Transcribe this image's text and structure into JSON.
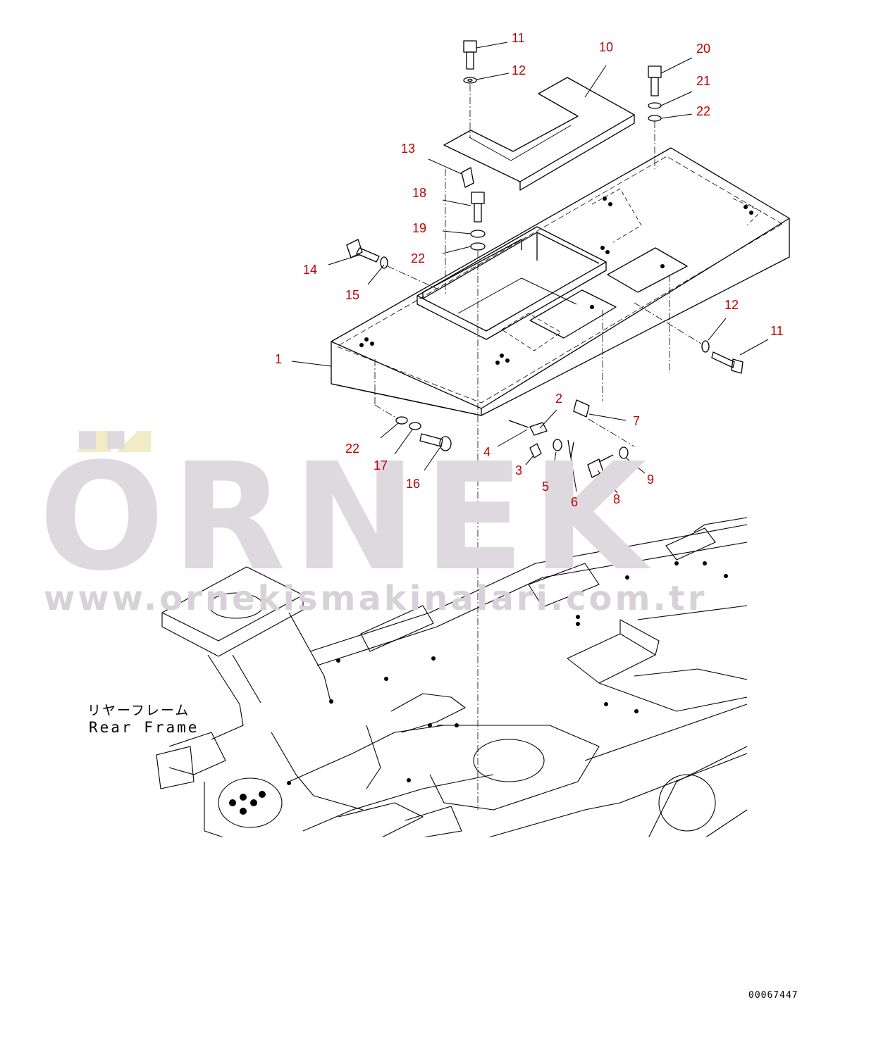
{
  "watermark": {
    "logo": "ÖRNEK",
    "url": "www.ornekismakinalari.com.tr",
    "color": "#ddd9df",
    "accent": "#f1ecc5"
  },
  "labels": {
    "rear_frame_jp": "リヤーフレーム",
    "rear_frame_en": "Rear Frame",
    "drawing_number": "00067447"
  },
  "callout_color": "#c00000",
  "callouts": [
    "11",
    "12",
    "10",
    "20",
    "21",
    "22",
    "13",
    "18",
    "19",
    "22",
    "14",
    "15",
    "12",
    "11",
    "1",
    "2",
    "7",
    "4",
    "22",
    "17",
    "16",
    "3",
    "5",
    "6",
    "8",
    "9"
  ]
}
